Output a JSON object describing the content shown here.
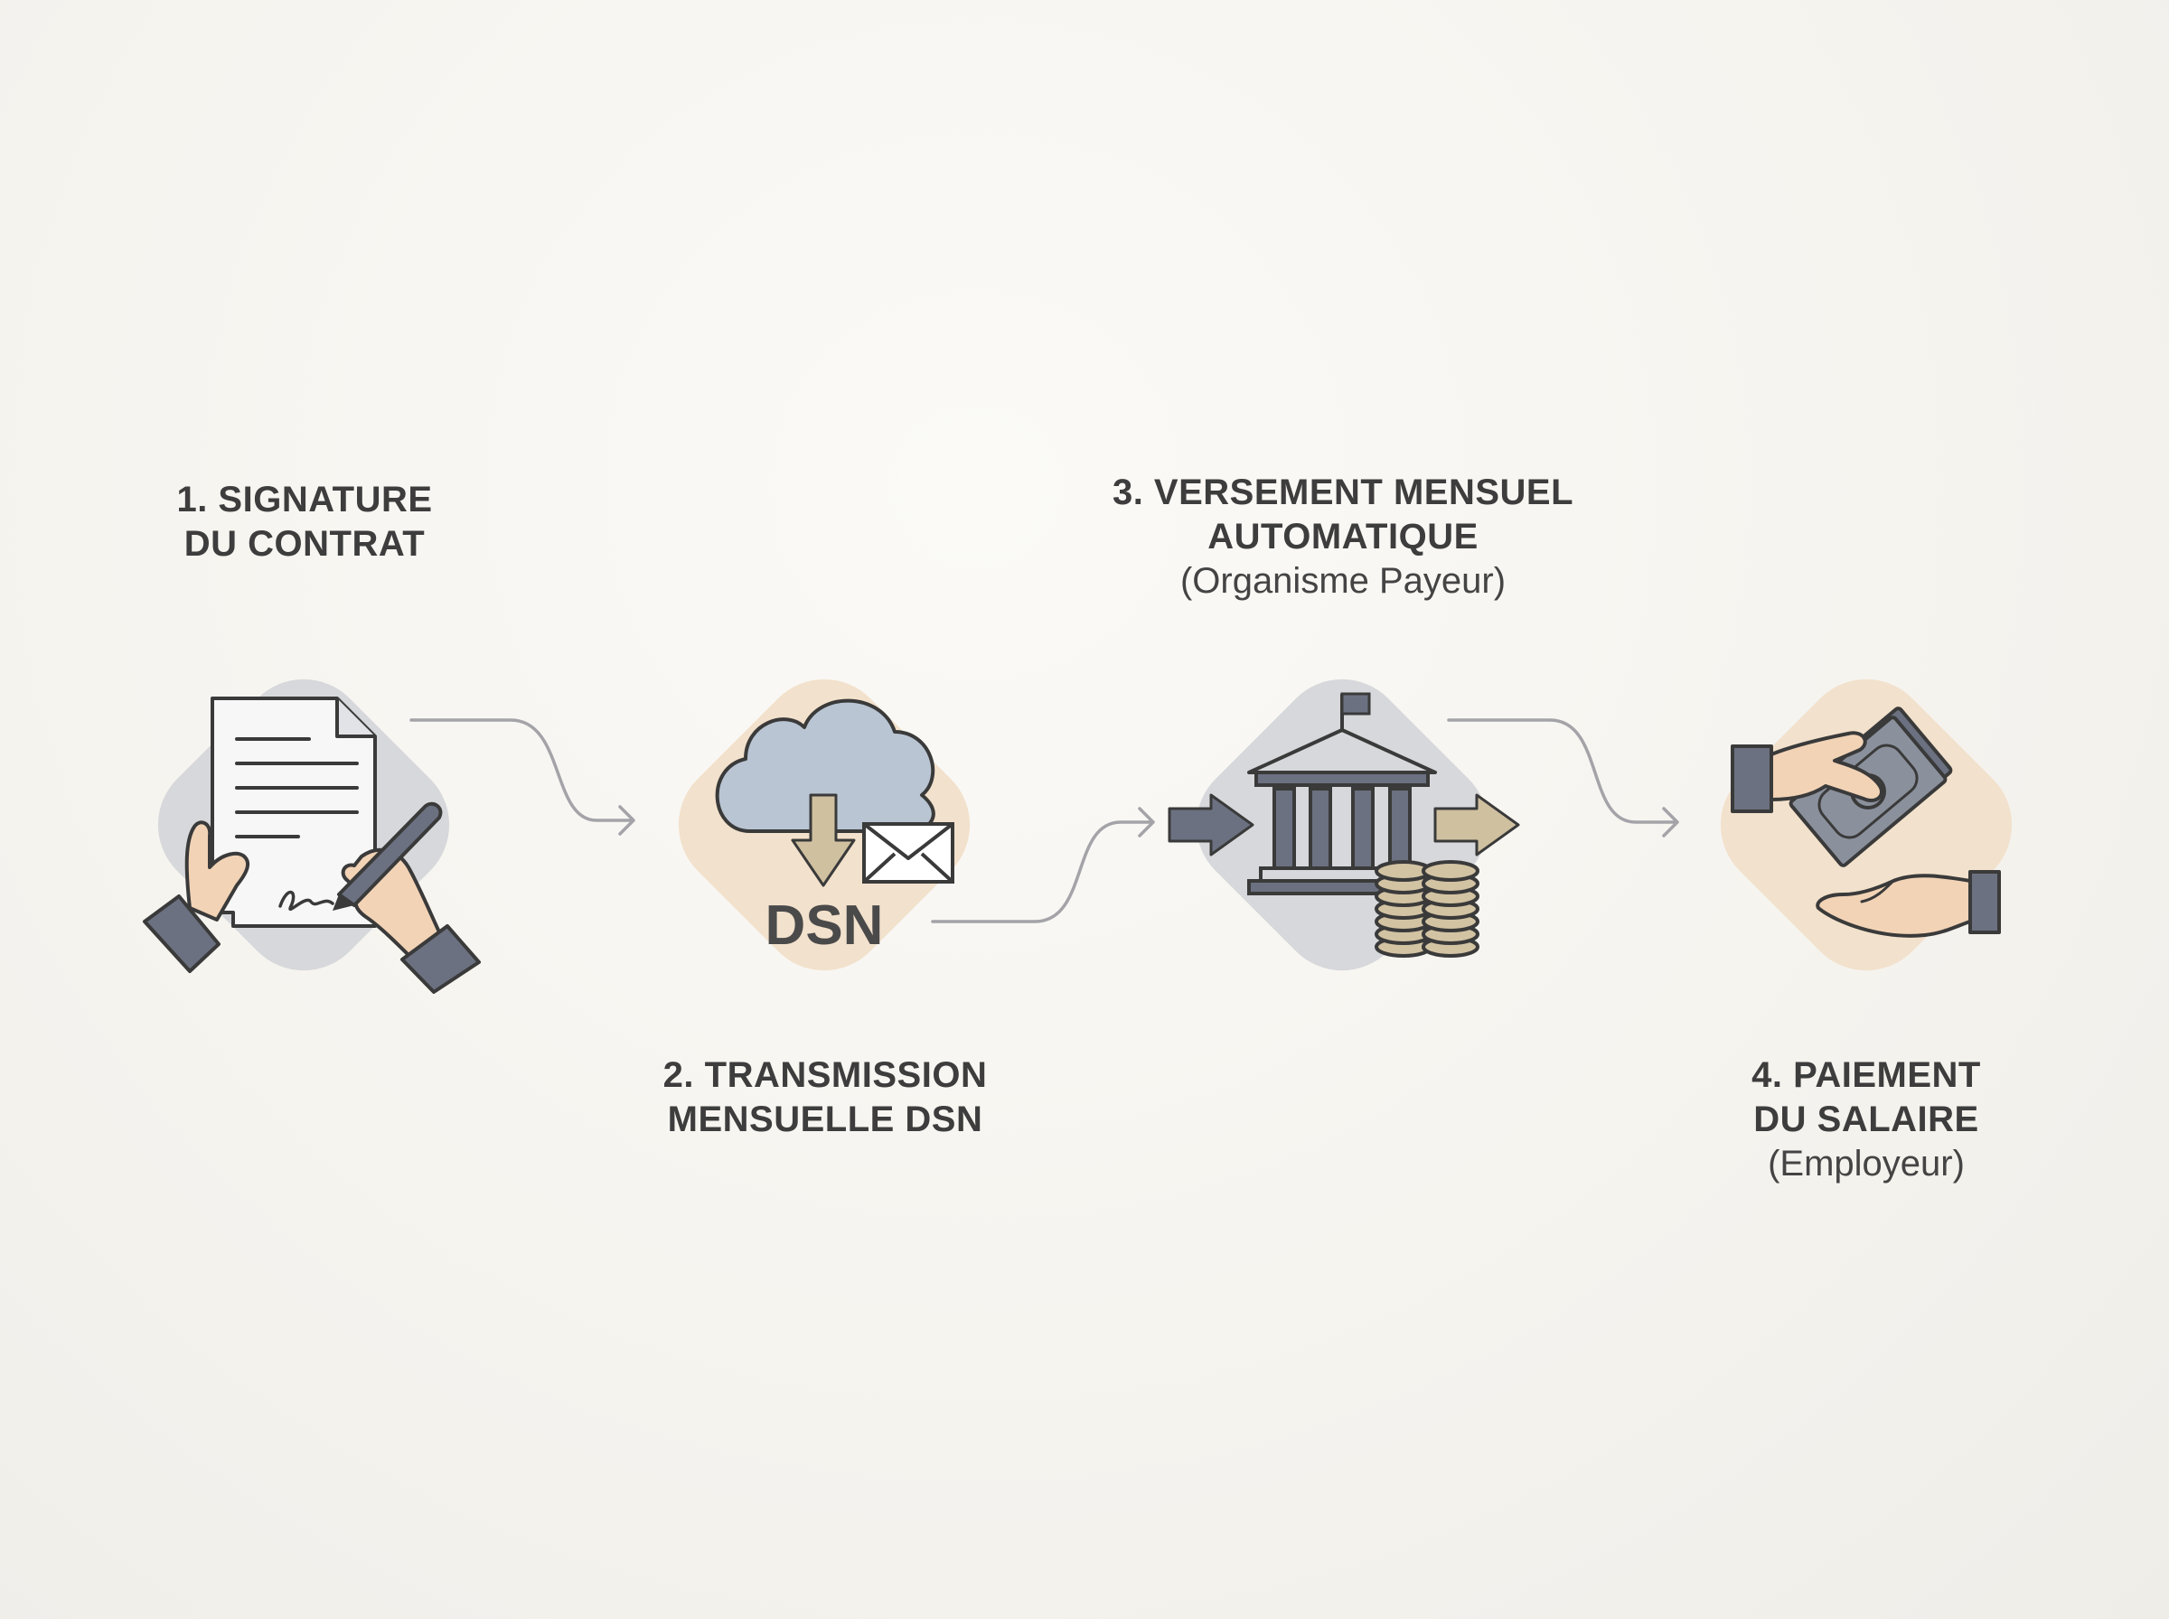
{
  "steps": [
    {
      "id": 1,
      "title": "1. SIGNATURE\nDU CONTRAT",
      "subtitle": "",
      "icon": "contract-signing-icon"
    },
    {
      "id": 2,
      "title": "2. TRANSMISSION\nMENSUELLE DSN",
      "subtitle": "",
      "icon": "dsn-cloud-icon",
      "icon_text": "DSN"
    },
    {
      "id": 3,
      "title": "3. VERSEMENT MENSUEL\nAUTOMATIQUE",
      "subtitle": "(Organisme Payeur)",
      "icon": "bank-icon"
    },
    {
      "id": 4,
      "title": "4. PAIEMENT\nDU SALAIRE",
      "subtitle": "(Employeur)",
      "icon": "salary-payment-icon"
    }
  ],
  "colors": {
    "grey_bg": "#d7d8db",
    "peach_bg": "#f2e1cc",
    "outline": "#3a3a3a",
    "sleeve": "#6b7180",
    "skin": "#f2d3b6",
    "cloud": "#b9c5d3",
    "khaki": "#cfc0a0",
    "coin": "#d2c3a3",
    "money": "#8b919c",
    "connector": "#a3a3a8",
    "text": "#3d3d3d"
  }
}
